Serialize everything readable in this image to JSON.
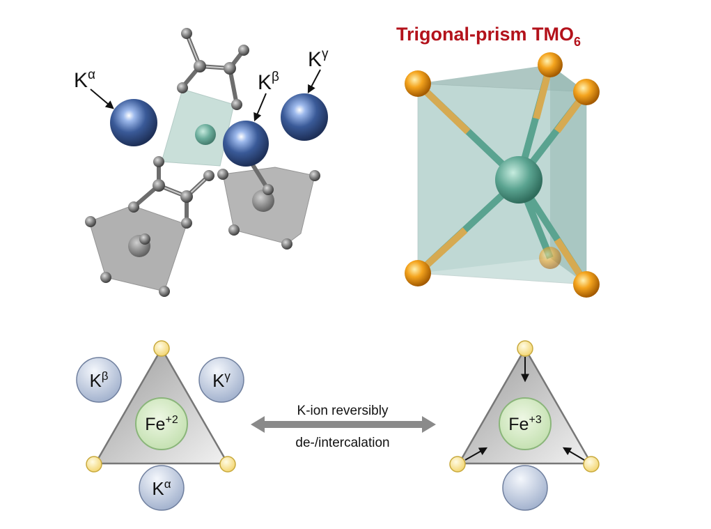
{
  "top_left": {
    "k_alpha": {
      "base": "K",
      "sup": "α"
    },
    "k_beta": {
      "base": "K",
      "sup": "β"
    },
    "k_gamma": {
      "base": "K",
      "sup": "γ"
    }
  },
  "top_right": {
    "title_main": "Trigonal-prism TMO",
    "title_sub": "6"
  },
  "bottom_left": {
    "fe": {
      "base": "Fe",
      "sup": "+2"
    },
    "k_alpha": {
      "base": "K",
      "sup": "α"
    },
    "k_beta": {
      "base": "K",
      "sup": "β"
    },
    "k_gamma": {
      "base": "K",
      "sup": "γ"
    }
  },
  "middle_arrow": {
    "line1": "K-ion reversibly",
    "line2": "de-/intercalation"
  },
  "bottom_right": {
    "fe": {
      "base": "Fe",
      "sup": "+3"
    }
  },
  "colors": {
    "title_red": "#b3121b",
    "k_ion_blue": "#2f4f8f",
    "oxygen_orange": "#e8920a",
    "metal_green": "#5aa390",
    "fe_green": "#d6ebc8",
    "vertex_yellow": "#f7e08a"
  }
}
